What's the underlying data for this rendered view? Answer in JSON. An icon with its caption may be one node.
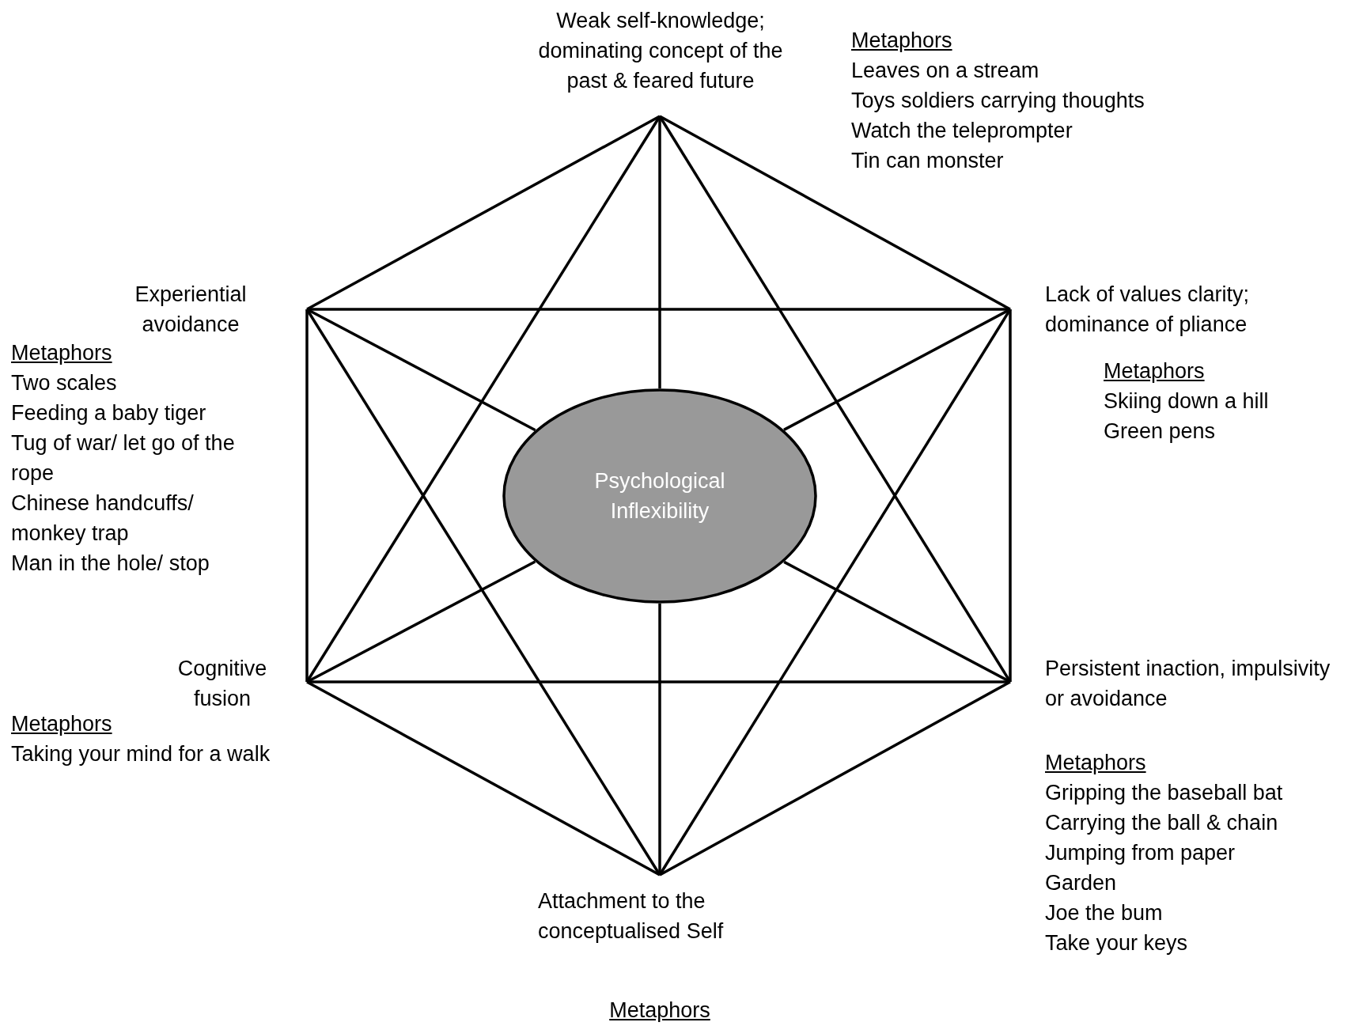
{
  "diagram": {
    "nodes": [
      {
        "text": [
          "Weak self-knowledge; dominating concept of the past & feared future"
        ]
      },
      {
        "text": [
          "Experiential avoidance"
        ]
      },
      {
        "text": [
          "Lack of values clarity; dominance of pliance"
        ]
      },
      {
        "text": [
          "Psychological Inflexibility"
        ]
      },
      {
        "text": [
          "Cognitive fusion"
        ]
      },
      {
        "text": [
          "Persistent inaction, impulsivity or avoidance"
        ]
      },
      {
        "text": [
          "Attachment to the conceptualised Self"
        ]
      }
    ],
    "edges": [
      {
        "from": 0,
        "to": 2,
        "arrow": "none"
      },
      {
        "from": 2,
        "to": 5,
        "arrow": "none"
      },
      {
        "from": 5,
        "to": 6,
        "arrow": "none"
      },
      {
        "from": 6,
        "to": 4,
        "arrow": "none"
      },
      {
        "from": 4,
        "to": 1,
        "arrow": "none"
      },
      {
        "from": 1,
        "to": 0,
        "arrow": "none"
      },
      {
        "from": 0,
        "to": 5,
        "arrow": "none"
      },
      {
        "from": 0,
        "to": 4,
        "arrow": "none"
      },
      {
        "from": 2,
        "to": 6,
        "arrow": "none"
      },
      {
        "from": 2,
        "to": 1,
        "arrow": "none"
      },
      {
        "from": 5,
        "to": 4,
        "arrow": "none"
      },
      {
        "from": 6,
        "to": 1,
        "arrow": "none"
      },
      {
        "from": 0,
        "to": 3,
        "arrow": "none"
      },
      {
        "from": 3,
        "to": 6,
        "arrow": "none"
      },
      {
        "from": 1,
        "to": 3,
        "arrow": "none"
      },
      {
        "from": 3,
        "to": 5,
        "arrow": "none"
      },
      {
        "from": 2,
        "to": 3,
        "arrow": "none"
      },
      {
        "from": 3,
        "to": 4,
        "arrow": "none"
      }
    ],
    "labels": [
      "Metaphors",
      "Leaves on a stream",
      "Toys soldiers carrying thoughts",
      "Watch the teleprompter",
      "Tin can monster",
      "Metaphors",
      "Two scales",
      "Feeding a baby tiger",
      "Tug of war/ let go of the rope",
      "Chinese handcuffs/ monkey trap",
      "Man in the hole/ stop",
      "Metaphors",
      "Skiing down a hill",
      "Green pens",
      "Metaphors",
      "Taking your mind for a walk",
      "Metaphors",
      "Gripping the baseball bat",
      "Carrying the ball & chain",
      "Jumping from paper",
      "Garden",
      "Joe the bum",
      "Take your keys",
      "Metaphors"
    ]
  }
}
